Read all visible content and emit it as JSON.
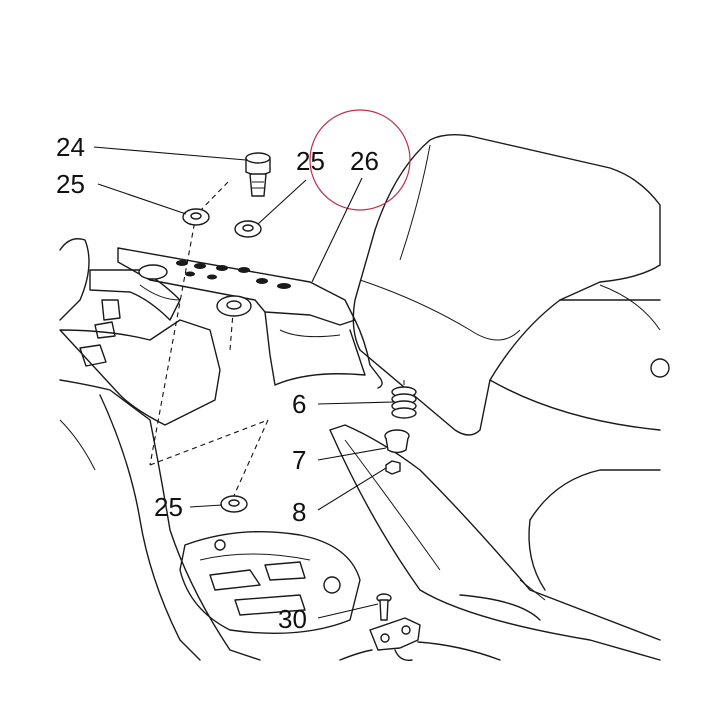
{
  "highlight_color": "#c0304a",
  "callouts": {
    "c24": "24",
    "c25a": "25",
    "c25b": "25",
    "c26": "26",
    "c6": "6",
    "c7": "7",
    "c8": "8",
    "c25c": "25",
    "c30": "30"
  }
}
